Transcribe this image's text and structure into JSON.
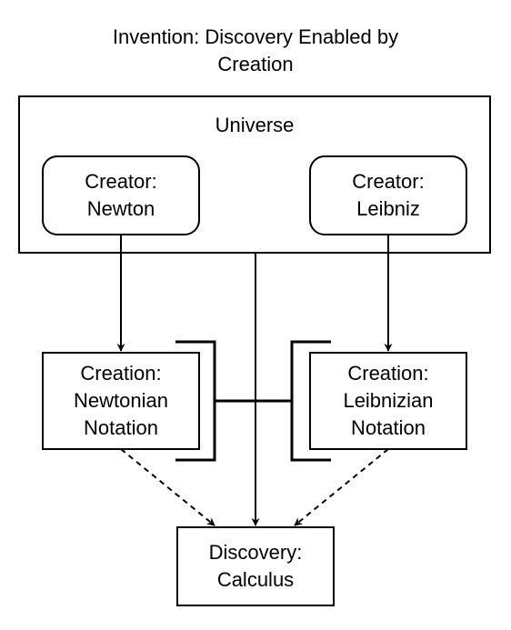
{
  "diagram": {
    "title": {
      "line1": "Invention: Discovery Enabled by",
      "line2": "Creation"
    },
    "universe": {
      "label": "Universe"
    },
    "creator_newton": {
      "line1": "Creator:",
      "line2": "Newton"
    },
    "creator_leibniz": {
      "line1": "Creator:",
      "line2": "Leibniz"
    },
    "creation_newtonian": {
      "line1": "Creation:",
      "line2": "Newtonian",
      "line3": "Notation"
    },
    "creation_leibnizian": {
      "line1": "Creation:",
      "line2": "Leibnizian",
      "line3": "Notation"
    },
    "discovery": {
      "line1": "Discovery:",
      "line2": "Calculus"
    },
    "colors": {
      "stroke": "#000000",
      "background": "#ffffff"
    }
  }
}
